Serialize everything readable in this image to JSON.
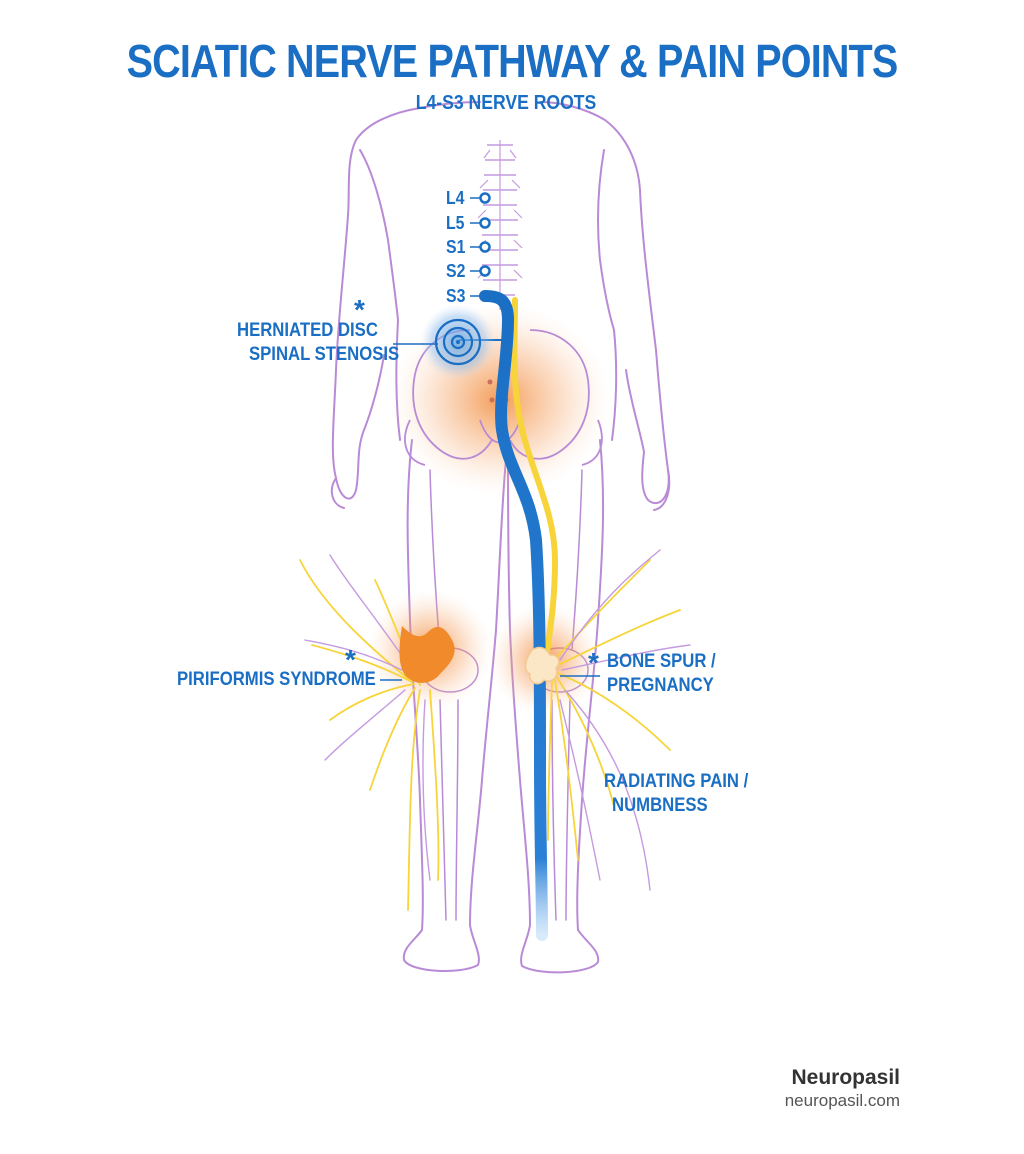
{
  "title": "SCIATIC NERVE PATHWAY & PAIN POINTS",
  "subtitle": "L4-S3 NERVE ROOTS",
  "nerve_roots": [
    "L4",
    "L5",
    "S1",
    "S2",
    "S3"
  ],
  "callouts": {
    "herniated": {
      "line1": "HERNIATED DISC",
      "line2": "SPINAL STENOSIS",
      "marker": "*"
    },
    "piriformis": {
      "line1": "PIRIFORMIS SYNDROME",
      "marker": "*"
    },
    "bone_spur": {
      "line1": "BONE SPUR /",
      "line2": "PREGNANCY",
      "marker": "*"
    },
    "radiating": {
      "line1": "RADIATING PAIN /",
      "line2": "NUMBNESS"
    }
  },
  "brand": {
    "name": "Neuropasil",
    "url": "neuropasil.com"
  },
  "colors": {
    "body_outline": "#b98ad6",
    "nerve_blue": "#1a6fc4",
    "nerve_yellow": "#f7d43a",
    "pain_orange": "#f08a2a",
    "text_blue": "#1a6fc4"
  }
}
